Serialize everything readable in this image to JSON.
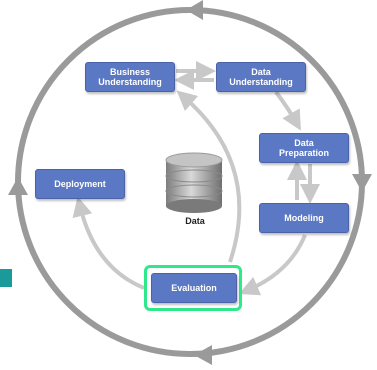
{
  "colors": {
    "phase_fill": "#5b78c4",
    "outer_cycle": "#9a9a9a",
    "inner_arrows": "#c8c8c8",
    "highlight": "#2ee88a",
    "side_marker": "#1a9a9a"
  },
  "phases": {
    "business_understanding": [
      "Business",
      "Understanding"
    ],
    "data_understanding": [
      "Data",
      "Understanding"
    ],
    "data_preparation": [
      "Data",
      "Preparation"
    ],
    "modeling": "Modeling",
    "evaluation": "Evaluation",
    "deployment": "Deployment"
  },
  "center": {
    "label": "Data",
    "icon": "database-icon"
  },
  "highlighted_phase": "evaluation"
}
